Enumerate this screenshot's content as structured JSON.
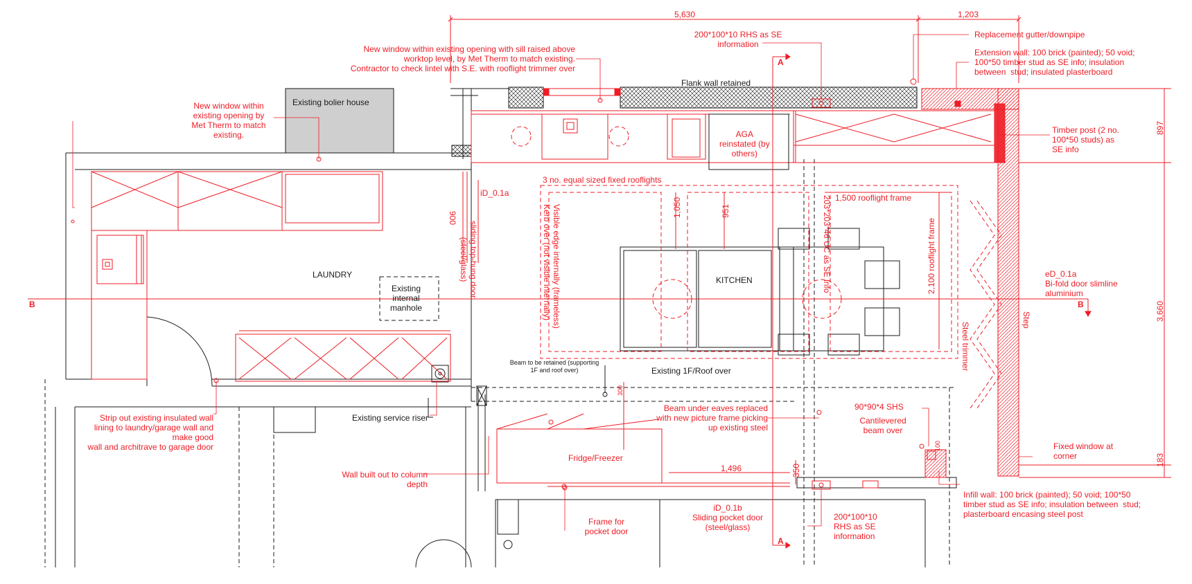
{
  "dimensions": {
    "top_5630": "5,630",
    "top_1203": "1,203",
    "right_897": "897",
    "right_3660": "3,660",
    "right_183": "183",
    "d_1050": "1,050",
    "d_951": "951",
    "d_900": "900",
    "d_1496": "1,496",
    "d_350": "350",
    "d_100": "100",
    "d_300": "300",
    "rooflight_w": "1,500 rooflight frame",
    "rooflight_h": "2,100 rooflight frame"
  },
  "rooms": {
    "laundry": "LAUNDRY",
    "kitchen": "KITCHEN",
    "boiler": "Existing bolier house",
    "manhole": "Existing\ninternal\nmanhole",
    "fridge": "Fridge/Freezer",
    "aga": "AGA\nreinstated (by\nothers)"
  },
  "section_marks": {
    "a_top": "A",
    "a_bottom": "A",
    "b_left": "B",
    "b_right": "B"
  },
  "notes": {
    "new_window_top": "New window within existing opening with sill raised above\nworktop level, by Met Therm to match existing.\nContractor to check lintel with S.E. with rooflight trimmer over",
    "new_window_left": "New window within\nexisting opening by\nMet Therm to match\nexisting.",
    "rhs_top": "200*100*10 RHS as SE\ninformation",
    "gutter": "Replacement gutter/downpipe",
    "ext_wall": "Extension wall: 100 brick (painted); 50 void;\n100*50 timber stud as SE info; insulation\nbetween  stud; insulated plasterboard",
    "flank": "Flank wall retained",
    "timber_post": "Timber post (2 no.\n100*50 studs) as\nSE info",
    "id01a": "iD_0.1a",
    "sliding_top": "sliding top-hung door\n(steel/glass)",
    "rooflights": "3 no. equal sized fixed rooflights",
    "visible_edge": "Visible edge internally (frameless)\nKerb over (not visible internally)",
    "uc": "203*203*46 UC as SE info",
    "ed01a": "eD_0.1a\nBi-fold door slimline\naluminium",
    "step": "Step",
    "steel_trimmer": "Steel trimmer",
    "beam_retained": "Beam to be retained (supporting\n1F and roof over)",
    "existing_1f": "Existing 1F/Roof over",
    "beam_eaves": "Beam under eaves replaced\nwith new picture frame picking\nup existing steel",
    "shs": "90*90*4 SHS",
    "cantilevered": "Cantilevered\nbeam over",
    "fixed_window": "Fixed window at\ncorner",
    "strip_out": "Strip out existing insulated wall\nlining to laundry/garage wall and\nmake good\nwall and architrave to garage door",
    "service_riser": "Existing service riser",
    "wall_built": "Wall built out to column\ndepth",
    "frame_pocket": "Frame for\npocket door",
    "id01b": "iD_0.1b\nSliding pocket door\n(steel/glass)",
    "rhs_bottom": "200*100*10\nRHS as SE\ninformation",
    "infill_wall": "Infill wall: 100 brick (painted); 50 void; 100*50\ntimber stud as SE info; insulation between  stud;\nplasterboard encasing steel post"
  },
  "colors": {
    "proposed": "#ee1c25",
    "existing": "#1a1a1a",
    "boiler_fill": "#cfcfcf"
  }
}
